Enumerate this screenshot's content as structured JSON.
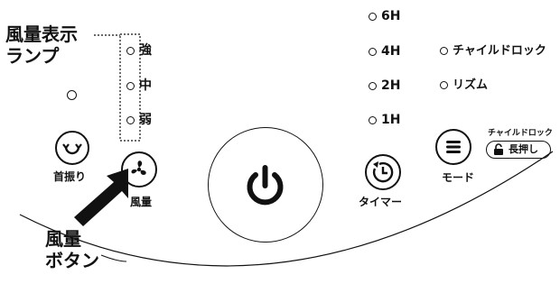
{
  "annotations": {
    "wind_lamp_label_line1": "風量表示",
    "wind_lamp_label_line2": "ランプ",
    "wind_button_label_line1": "風量",
    "wind_button_label_line2": "ボタン"
  },
  "wind_lamps": [
    "強",
    "中",
    "弱"
  ],
  "timer_lamps": [
    "6H",
    "4H",
    "2H",
    "1H"
  ],
  "mode_lamps": [
    "チャイルドロック",
    "リズム"
  ],
  "buttons": {
    "swing": "首振り",
    "wind": "風量",
    "timer": "タイマー",
    "mode": "モード"
  },
  "child_lock": {
    "title": "チャイルドロック",
    "hold": "長押し"
  }
}
